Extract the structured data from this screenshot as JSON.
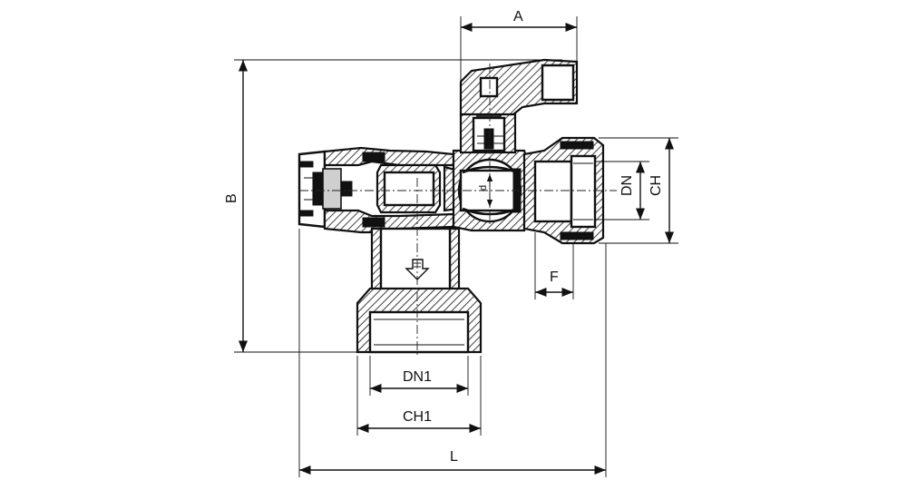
{
  "labels": {
    "A": "A",
    "B": "B",
    "DN": "DN",
    "CH": "CH",
    "F": "F",
    "DN1": "DN1",
    "CH1": "CH1",
    "L": "L",
    "d": "d"
  }
}
